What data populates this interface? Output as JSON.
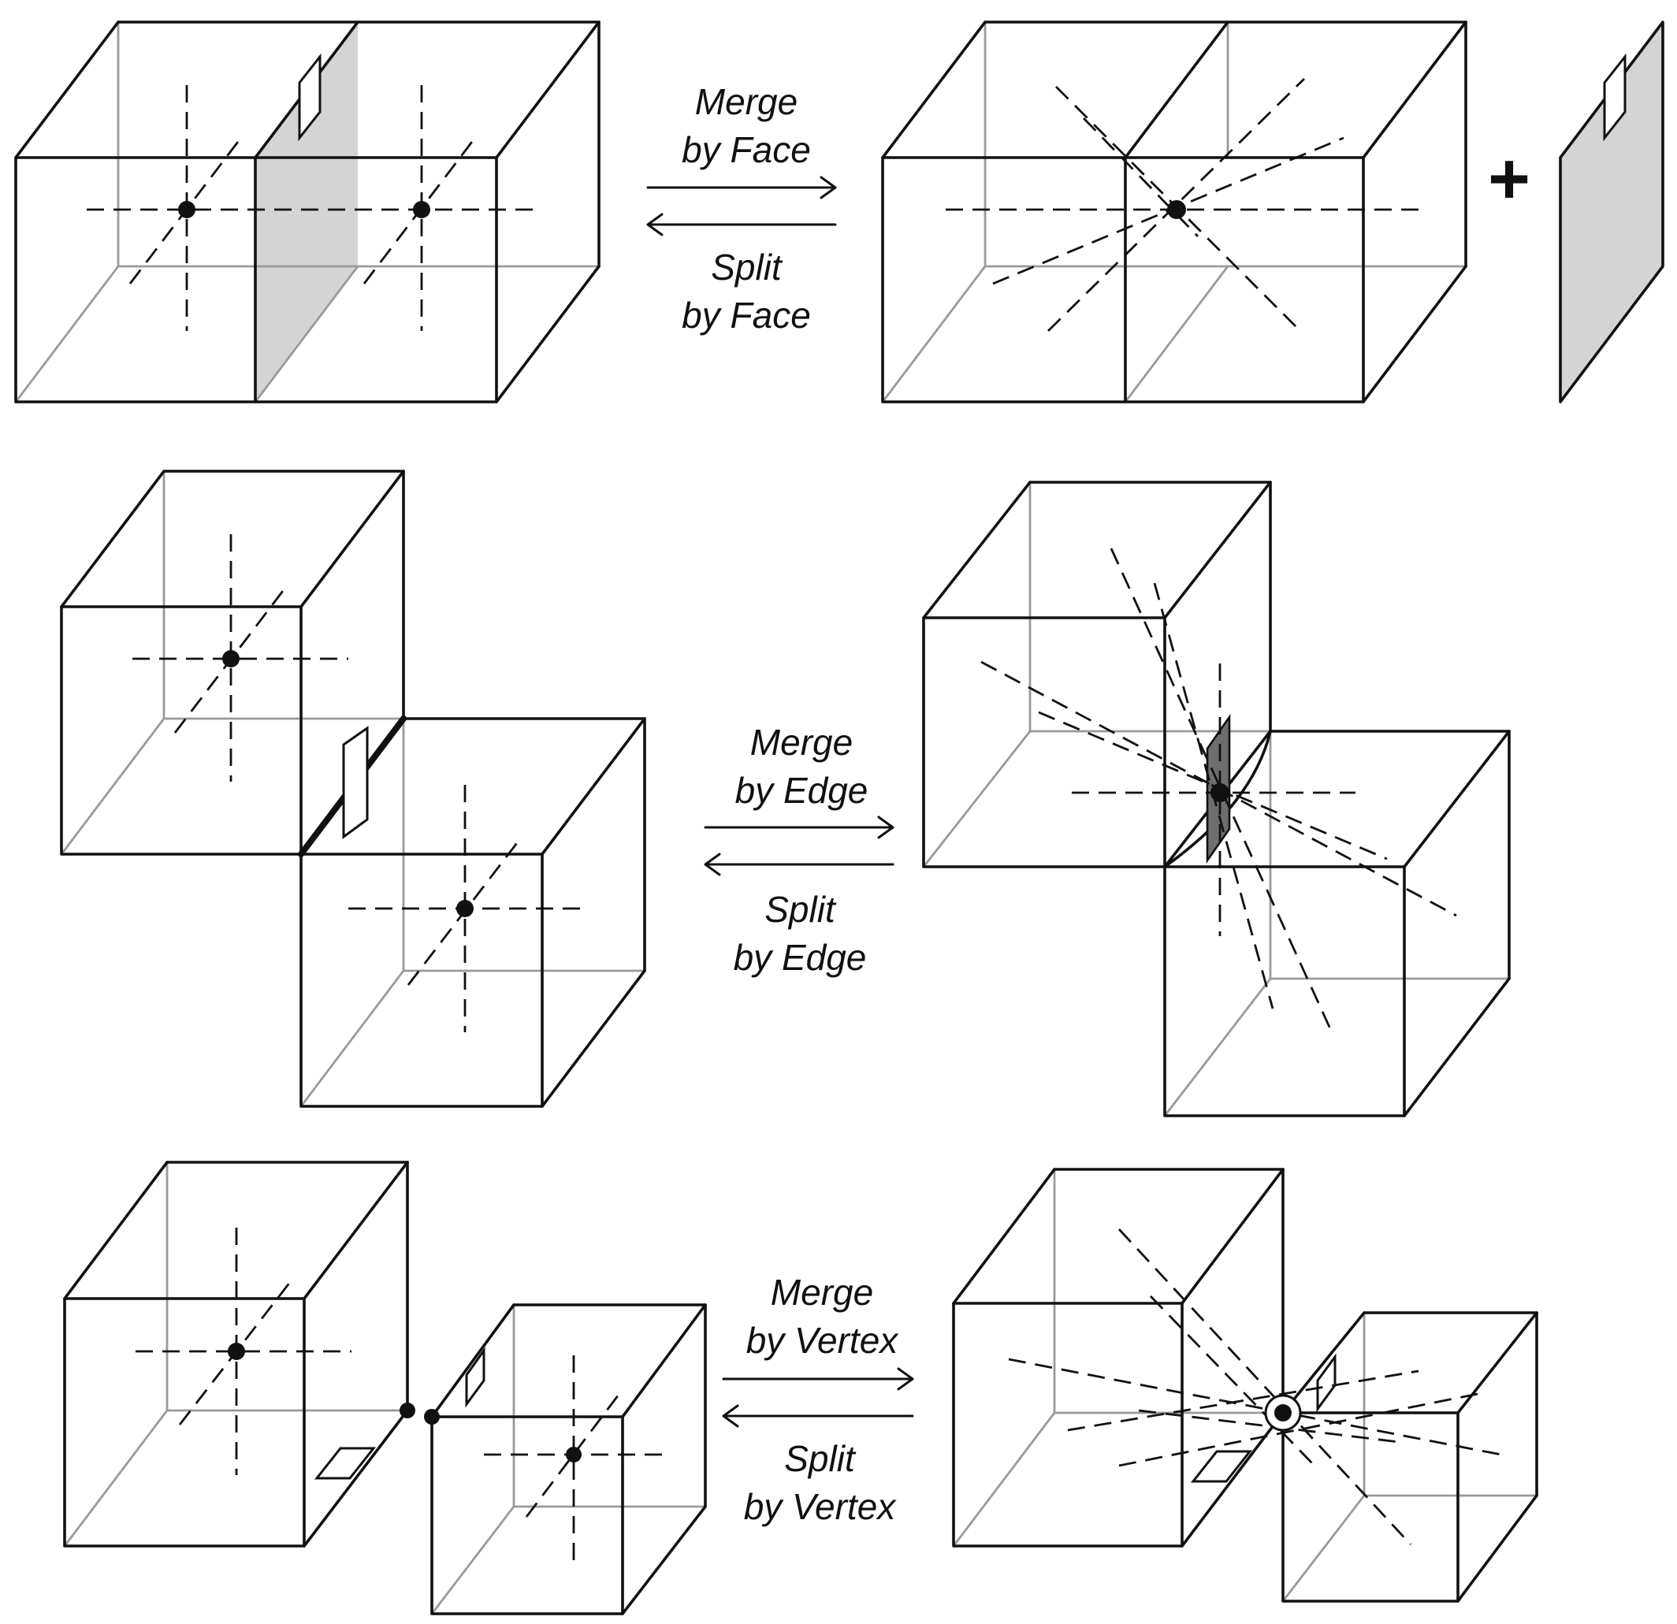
{
  "rows": [
    {
      "operation": "face",
      "merge_label": [
        "Merge",
        "by Face"
      ],
      "split_label": [
        "Split",
        "by Face"
      ]
    },
    {
      "operation": "edge",
      "merge_label": [
        "Merge",
        "by Edge"
      ],
      "split_label": [
        "Split",
        "by Edge"
      ]
    },
    {
      "operation": "vertex",
      "merge_label": [
        "Merge",
        "by Vertex"
      ],
      "split_label": [
        "Split",
        "by Vertex"
      ]
    }
  ],
  "plus_sign": "+",
  "colors": {
    "edge": "#111111",
    "hidden_edge": "#9a9a9a",
    "shared_face": "#d4d4d4",
    "shared_element": "#6e6e6e"
  }
}
